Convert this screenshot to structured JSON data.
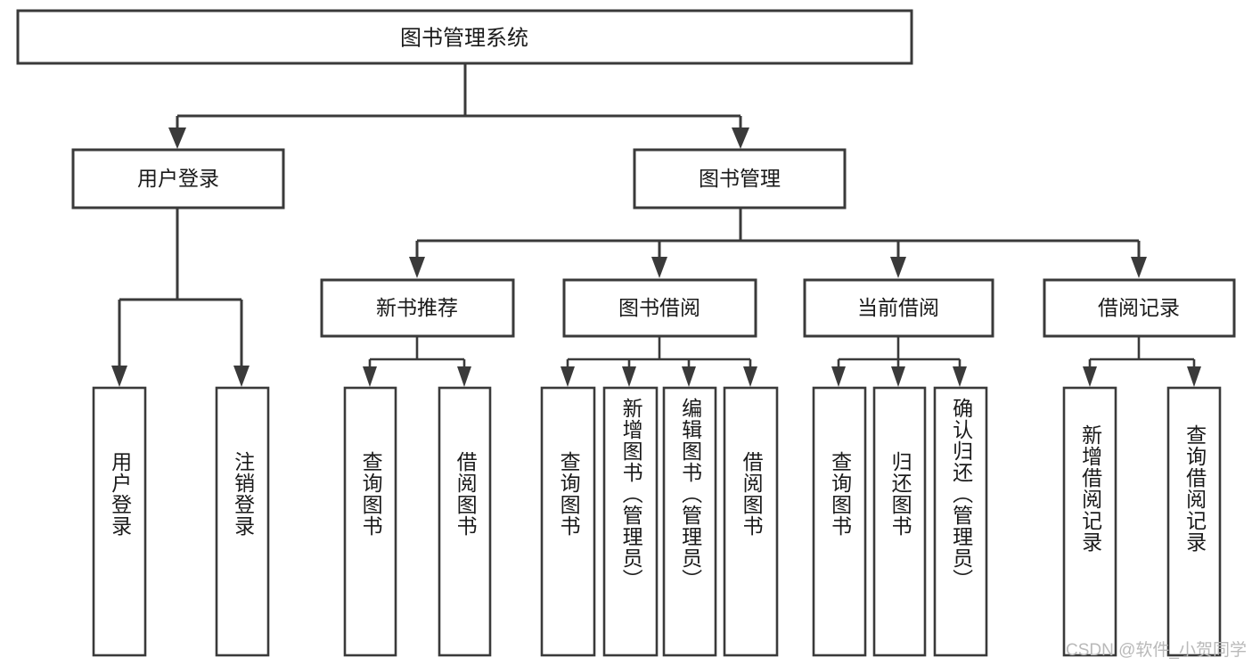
{
  "diagram": {
    "title": "图书管理系统",
    "type": "tree-hierarchy-diagram",
    "root": {
      "id": "root",
      "label": "图书管理系统"
    },
    "level2": [
      {
        "id": "user-login",
        "label": "用户登录"
      },
      {
        "id": "book-management",
        "label": "图书管理"
      }
    ],
    "level3": [
      {
        "id": "new-book-recommend",
        "label": "新书推荐",
        "parent": "book-management"
      },
      {
        "id": "book-borrow",
        "label": "图书借阅",
        "parent": "book-management"
      },
      {
        "id": "current-borrow",
        "label": "当前借阅",
        "parent": "book-management"
      },
      {
        "id": "borrow-record",
        "label": "借阅记录",
        "parent": "book-management"
      }
    ],
    "leaves": [
      {
        "id": "leaf-user-login",
        "label": "用户登录",
        "parent": "user-login"
      },
      {
        "id": "leaf-logout-login",
        "label": "注销登录",
        "parent": "user-login"
      },
      {
        "id": "leaf-query-book-1",
        "label": "查询图书",
        "parent": "new-book-recommend"
      },
      {
        "id": "leaf-borrow-book-1",
        "label": "借阅图书",
        "parent": "new-book-recommend"
      },
      {
        "id": "leaf-query-book-2",
        "label": "查询图书",
        "parent": "book-borrow"
      },
      {
        "id": "leaf-add-book",
        "label": "新增图书（管理员）",
        "parent": "book-borrow"
      },
      {
        "id": "leaf-edit-book",
        "label": "编辑图书（管理员）",
        "parent": "book-borrow"
      },
      {
        "id": "leaf-borrow-book-2",
        "label": "借阅图书",
        "parent": "book-borrow"
      },
      {
        "id": "leaf-query-book-3",
        "label": "查询图书",
        "parent": "current-borrow"
      },
      {
        "id": "leaf-return-book",
        "label": "归还图书",
        "parent": "current-borrow"
      },
      {
        "id": "leaf-confirm-return",
        "label": "确认归还（管理员）",
        "parent": "current-borrow"
      },
      {
        "id": "leaf-add-record",
        "label": "新增借阅记录",
        "parent": "borrow-record"
      },
      {
        "id": "leaf-query-record",
        "label": "查询借阅记录",
        "parent": "borrow-record"
      }
    ],
    "colors": {
      "stroke": "#3a3a3a",
      "fill": "#ffffff",
      "text": "#1a1a1a",
      "watermark": "#b9b9b9"
    }
  },
  "watermark": {
    "text": "CSDN @软件_小贺同学"
  }
}
